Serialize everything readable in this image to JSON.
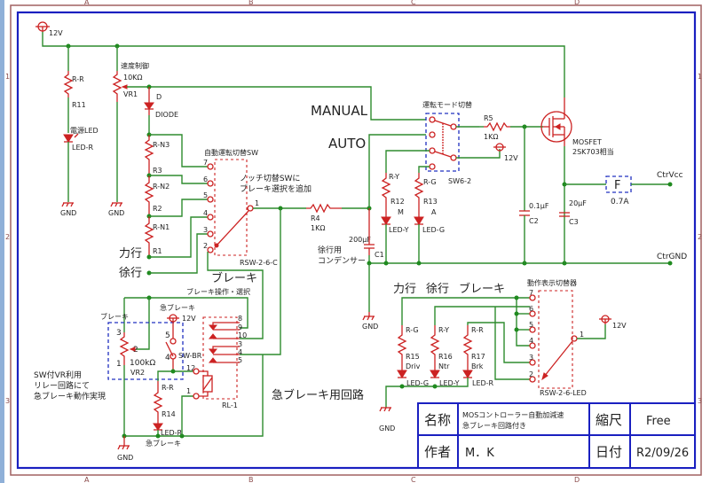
{
  "sheet": {
    "columns": [
      "A",
      "B",
      "C",
      "D"
    ],
    "rows": [
      "1",
      "2",
      "3"
    ]
  },
  "power": {
    "supply_12v": "12V",
    "gnd": "GND",
    "ctr_vcc": "CtrVcc",
    "ctr_gnd": "CtrGND"
  },
  "components": {
    "r11": {
      "type": "R-R",
      "ref": "R11"
    },
    "power_led": {
      "label": "電源LED",
      "type": "LED-R"
    },
    "vr1": {
      "label": "速度制御",
      "value": "10KΩ",
      "ref": "VR1"
    },
    "diode": {
      "ref": "D",
      "type": "DIODE"
    },
    "r3": {
      "type": "R-N3",
      "ref": "R3"
    },
    "r2": {
      "type": "R-N2",
      "ref": "R2"
    },
    "r1": {
      "type": "R-N1",
      "ref": "R1"
    },
    "auto_sw": {
      "label": "自動運転切替SW",
      "ref": "RSW-2-6-C",
      "pins": [
        "7",
        "6",
        "5",
        "4",
        "3",
        "2",
        "1"
      ]
    },
    "notch_note": [
      "ノッチ切替SWに",
      "ブレーキ選択を追加"
    ],
    "r4": {
      "ref": "R4",
      "value": "1KΩ"
    },
    "mode_sw": {
      "label": "運転モード切替",
      "ref": "SW6-2"
    },
    "r12": {
      "type": "R-Y",
      "ref": "R12",
      "tag": "M",
      "led": "LED-Y"
    },
    "r13": {
      "type": "R-G",
      "ref": "R13",
      "tag": "A",
      "led": "LED-G"
    },
    "r5": {
      "ref": "R5",
      "value": "1KΩ"
    },
    "mosfet": {
      "type": "MOSFET",
      "part": "2SK703相当"
    },
    "fuse": {
      "symbol": "F",
      "rating": "0.7A"
    },
    "c1": {
      "value": "200μF",
      "ref": "C1"
    },
    "c2": {
      "value": "0.1μF",
      "ref": "C2"
    },
    "c3": {
      "value": "20μF",
      "ref": "C3"
    },
    "vr2": {
      "label": "ブレーキ",
      "value": "100kΩ",
      "ref": "VR2",
      "pins": [
        "3",
        "2",
        "1"
      ]
    },
    "sw_br": {
      "label": "急ブレーキ",
      "ref": "SW-BR",
      "pins": [
        "5",
        "4"
      ]
    },
    "r14": {
      "type": "R-R",
      "ref": "R14",
      "led": "LED-R",
      "led_label": "急ブレーキ"
    },
    "relay": {
      "label": "ブレーキ操作・選択",
      "ref": "RL-1",
      "pins": [
        "8",
        "9",
        "10",
        "3",
        "4",
        "5",
        "12",
        "1"
      ]
    },
    "led_sw": {
      "label": "動作表示切替器",
      "ref": "RSW-2-6-LED",
      "pins": [
        "7",
        "6",
        "5",
        "4",
        "3",
        "2",
        "1"
      ]
    },
    "r15": {
      "type": "R-G",
      "ref": "R15",
      "tag": "Driv",
      "led": "LED-G"
    },
    "r16": {
      "type": "R-Y",
      "ref": "R16",
      "tag": "Ntr",
      "led": "LED-Y"
    },
    "r17": {
      "type": "R-R",
      "ref": "R17",
      "tag": "Brk",
      "led": "LED-R"
    }
  },
  "labels": {
    "manual": "MANUAL",
    "auto": "AUTO",
    "power_run": "力行",
    "coast": "徐行",
    "brake": "ブレーキ",
    "coast_cap": [
      "徐行用",
      "コンデンサー"
    ],
    "indicator_header": [
      "力行",
      "徐行",
      "ブレーキ"
    ],
    "sw_note": [
      "SW付VR利用",
      "リレー回路にて",
      "急ブレーキ動作実現"
    ],
    "emergency_circuit": "急ブレーキ用回路"
  },
  "title_block": {
    "name_label": "名称",
    "name_value": [
      "MOSコントローラー自動加減速",
      "急ブレーキ回路付き"
    ],
    "scale_label": "縮尺",
    "scale_value": "Free",
    "author_label": "作者",
    "author_value": "M．K",
    "date_label": "日付",
    "date_value": "R2/09/26"
  }
}
